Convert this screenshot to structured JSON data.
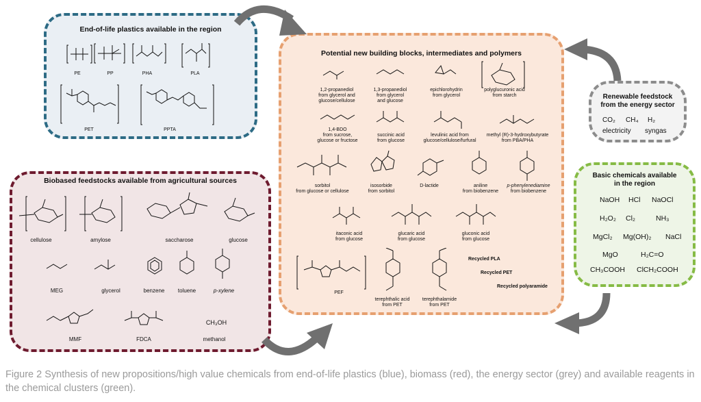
{
  "colors": {
    "eol_border": "#2d6b85",
    "eol_fill": "#eaeff4",
    "bio_border": "#6e1b2f",
    "bio_fill": "#f1e5e6",
    "new_border": "#e6a070",
    "new_fill": "#fbe8dc",
    "renewable_border": "#8c8c8c",
    "renewable_fill": "#f3f3f3",
    "basic_border": "#86bb45",
    "basic_fill": "#eef5e7",
    "arrow": "#707070",
    "caption": "#9a9a9a"
  },
  "eol": {
    "title": "End-of-life plastics available in the region",
    "items": [
      "PE",
      "PP",
      "PHA",
      "PLA",
      "PET",
      "PPTA"
    ]
  },
  "bio": {
    "title": "Biobased feedstocks available from agricultural sources",
    "items": [
      "cellulose",
      "amylose",
      "saccharose",
      "glucose",
      "MEG",
      "glycerol",
      "benzene",
      "toluene",
      "p-xylene",
      "MMF",
      "FDCA",
      "methanol"
    ],
    "methanol_formula": "CH₃OH"
  },
  "new": {
    "title": "Potential new building blocks, intermediates and polymers",
    "items": [
      [
        "1,2-propanediol",
        "from glycerol and",
        "glucose/cellulose"
      ],
      [
        "1,3-propanediol",
        "from glycerol",
        "and glucose"
      ],
      [
        "epichlorohydrin",
        "from glycerol"
      ],
      [
        "polyglucuronic acid",
        "from starch"
      ],
      [
        "1,4-BDO",
        "from sucrose,",
        "glucose or fructose"
      ],
      [
        "succinic acid",
        "from glucose"
      ],
      [
        "levulinic acid from",
        "glucose/cellulose/furfural"
      ],
      [
        "methyl (R)-3-hydroxybutyrate",
        "from PBA/PHA"
      ],
      [
        "sorbitol",
        "from glucose or cellulose"
      ],
      [
        "isosorbide",
        "from sorbitol"
      ],
      [
        "D-lactide"
      ],
      [
        "aniline",
        "from biobenzene"
      ],
      [
        "p-phenylenediamine",
        "from biobenzene"
      ],
      [
        "itaconic acid",
        "from glucose"
      ],
      [
        "glucaric acid",
        "from glucose"
      ],
      [
        "gluconic acid",
        "from glucose"
      ],
      [
        "PEF"
      ],
      [
        "terephthalic acid",
        "from PET"
      ],
      [
        "terephthalamide",
        "from PET"
      ]
    ],
    "recycled": [
      "Recycled PLA",
      "Recycled PET",
      "Recycled polyaramide"
    ]
  },
  "renewable": {
    "title_line1": "Renewable feedstock",
    "title_line2": "from the energy sector",
    "items": [
      "CO₂",
      "CH₄",
      "H₂",
      "electricity",
      "syngas"
    ]
  },
  "basic": {
    "title_line1": "Basic chemicals available",
    "title_line2": "in the region",
    "items": [
      "NaOH",
      "HCl",
      "NaOCl",
      "H₂O₂",
      "Cl₂",
      "NH₃",
      "MgCl₂",
      "Mg(OH)₂",
      "NaCl",
      "MgO",
      "H₂C=O",
      "CH₃COOH",
      "ClCH₂COOH"
    ]
  },
  "caption": "Figure 2 Synthesis of new propositions/high value chemicals from end-of-life plastics (blue), biomass (red), the energy sector (grey) and available reagents in the chemical clusters (green)."
}
